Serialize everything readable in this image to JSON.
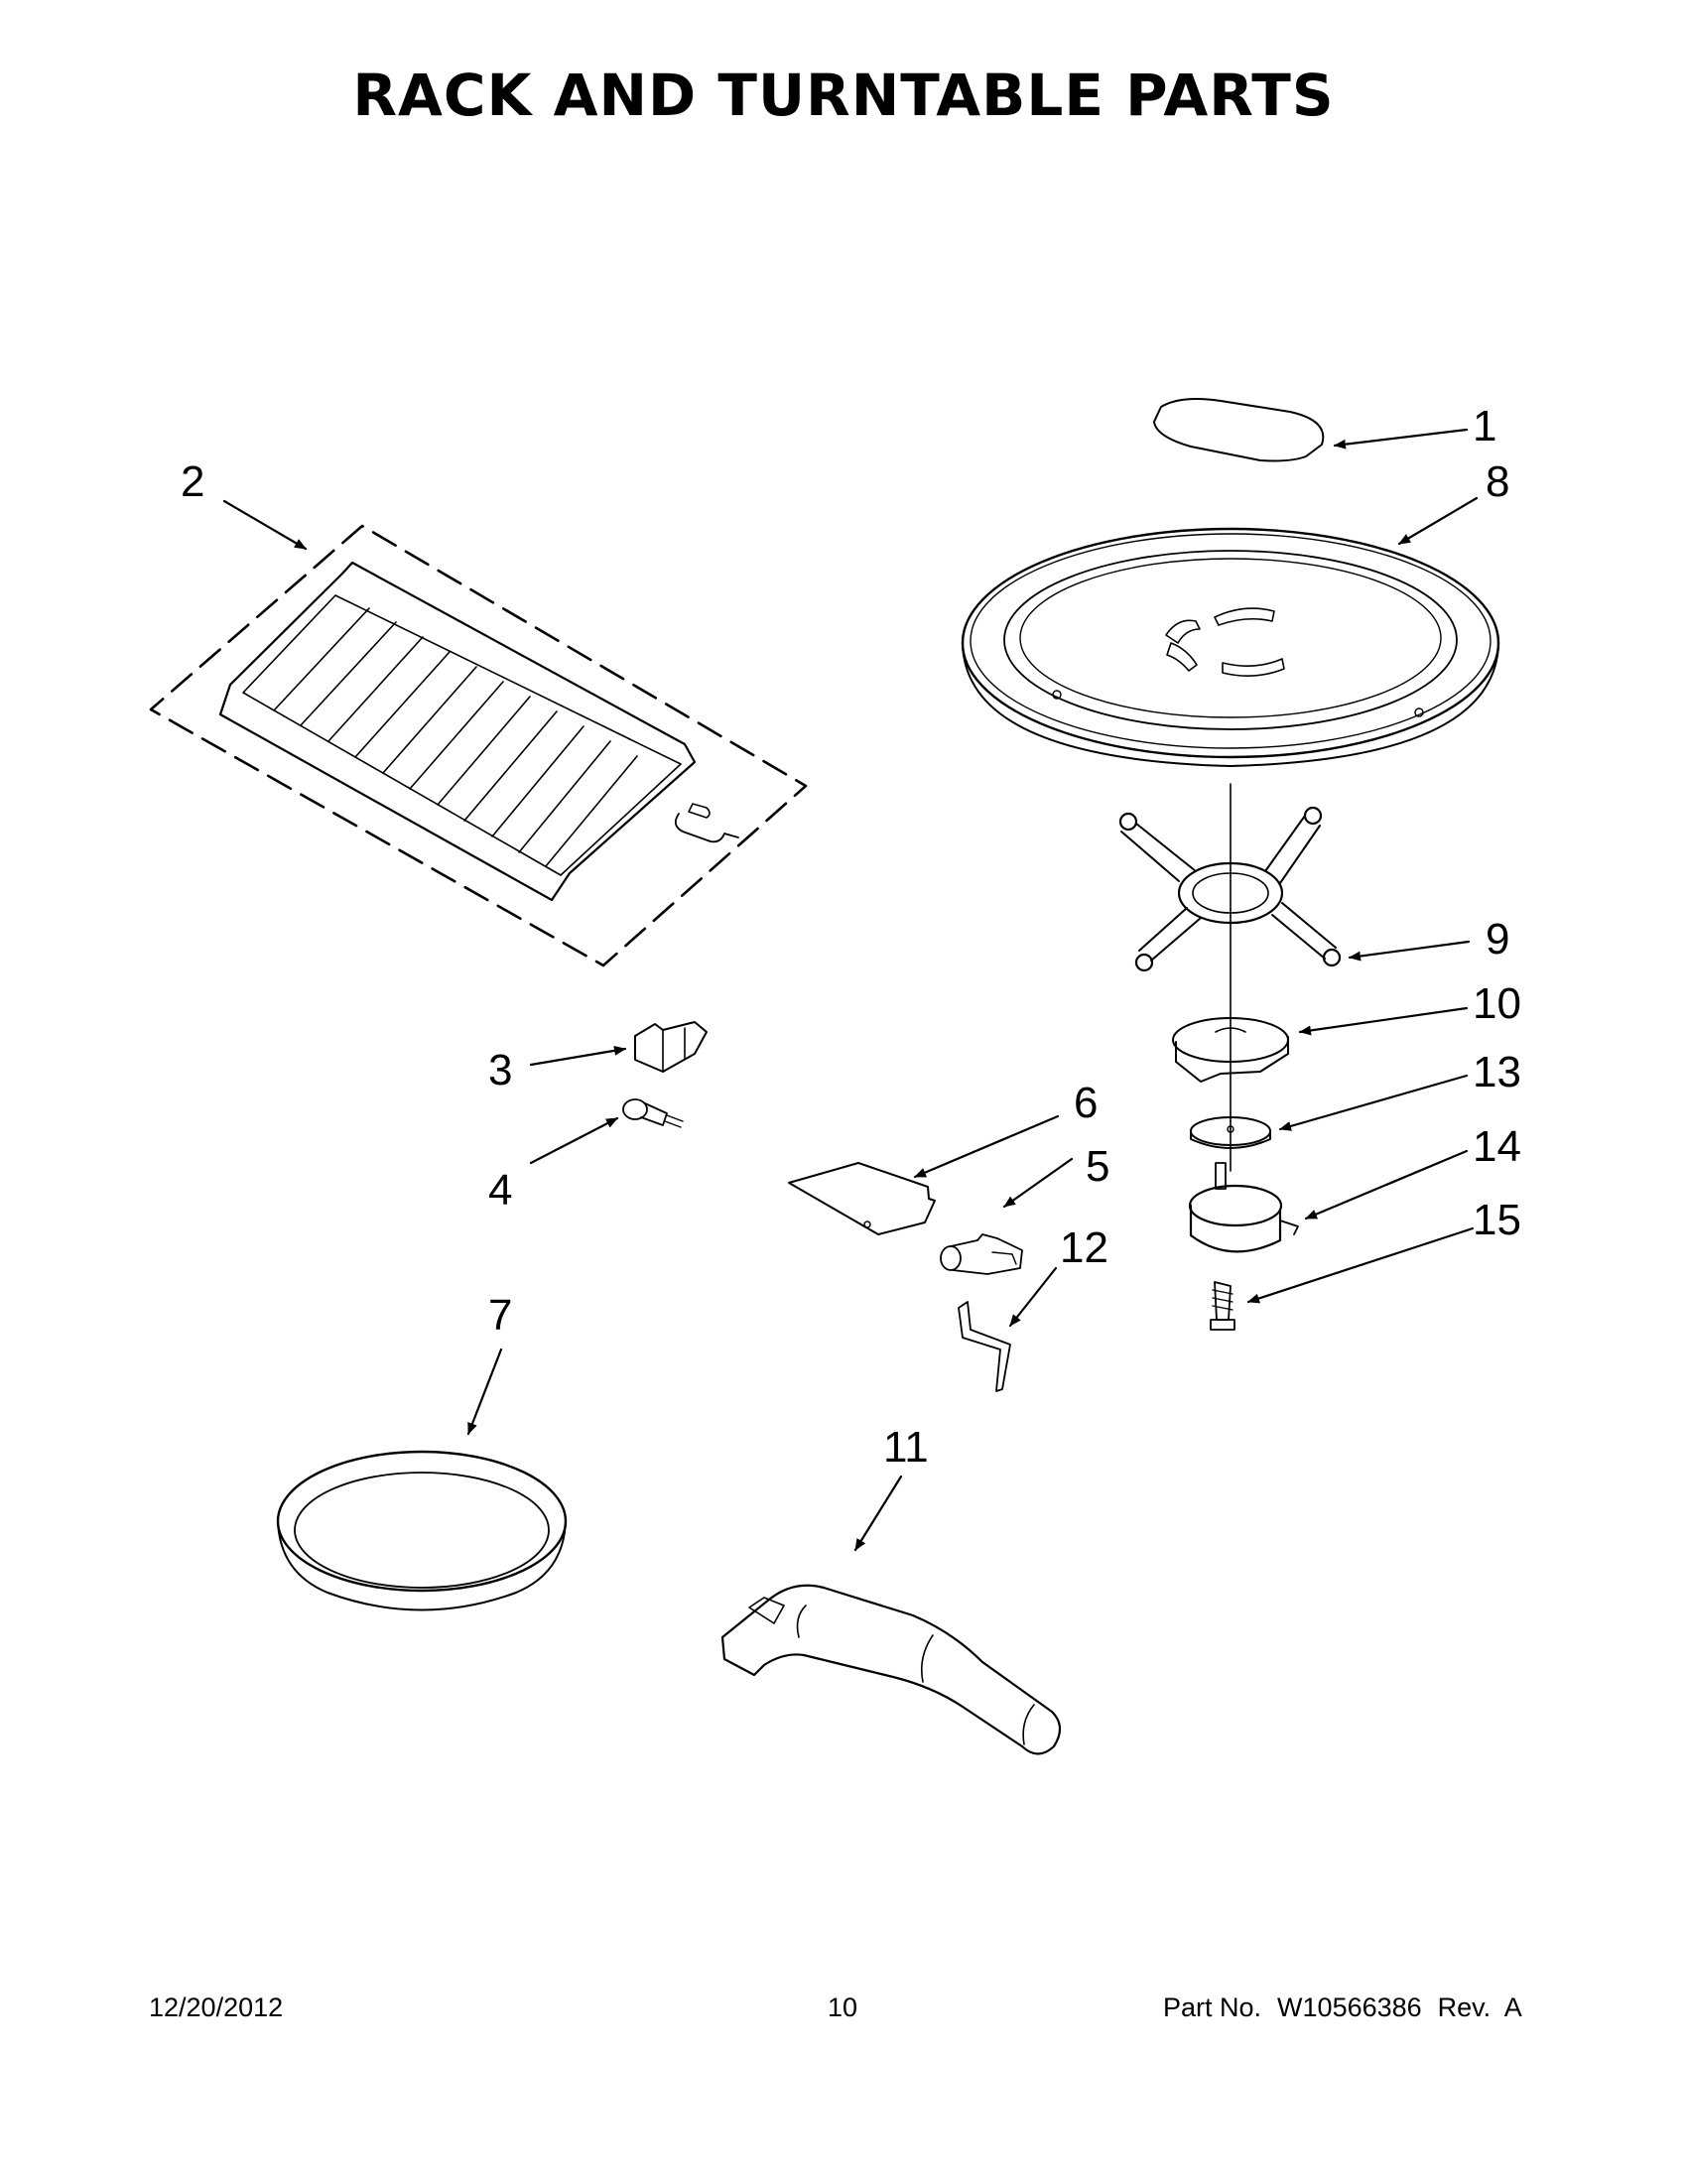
{
  "title": "RACK AND TURNTABLE PARTS",
  "callouts": [
    "1",
    "2",
    "3",
    "4",
    "5",
    "6",
    "7",
    "8",
    "9",
    "10",
    "11",
    "12",
    "13",
    "14",
    "15"
  ],
  "footer": {
    "date": "12/20/2012",
    "page": "10",
    "part_label": "Part No.",
    "part_number": "W10566386",
    "rev": "Rev.  A"
  }
}
